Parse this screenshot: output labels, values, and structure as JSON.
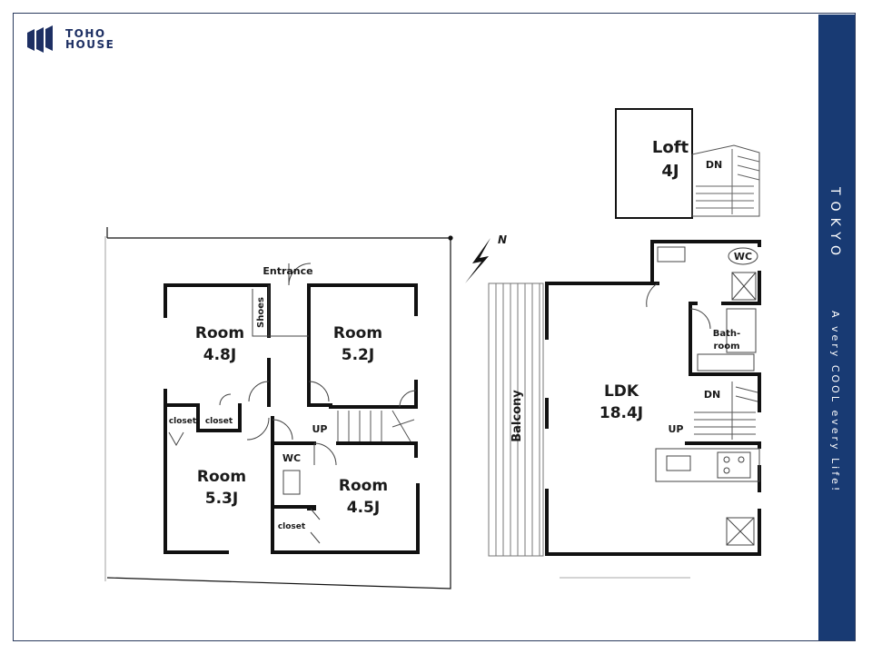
{
  "brand": {
    "line1": "TOHO",
    "line2": "HOUSE"
  },
  "sidebar": {
    "city": "TOKYO",
    "tagline": "A very COOL every Life!"
  },
  "floor1": {
    "entrance": "Entrance",
    "shoes": "Shoes",
    "room_nw": {
      "name": "Room",
      "size": "4.8J"
    },
    "room_ne": {
      "name": "Room",
      "size": "5.2J"
    },
    "room_sw": {
      "name": "Room",
      "size": "5.3J"
    },
    "room_se": {
      "name": "Room",
      "size": "4.5J"
    },
    "closet1": "closet",
    "closet2": "closet",
    "closet3": "closet",
    "wc": "WC",
    "up": "UP"
  },
  "floor2": {
    "ldk": {
      "name": "LDK",
      "size": "18.4J"
    },
    "balcony": "Balcony",
    "wc": "WC",
    "bath": {
      "line1": "Bath-",
      "line2": "room"
    },
    "dn": "DN",
    "up": "UP"
  },
  "loft": {
    "name": "Loft",
    "size": "4J",
    "dn": "DN"
  },
  "compass": {
    "label": "N"
  }
}
